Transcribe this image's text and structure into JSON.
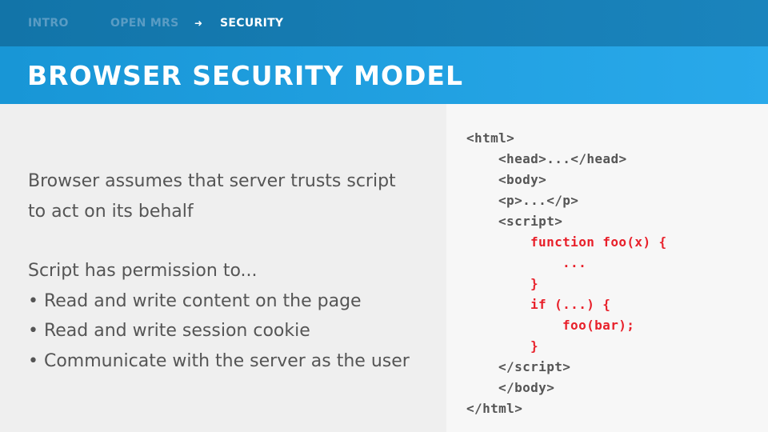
{
  "nav": {
    "items": [
      {
        "label": "INTRO"
      },
      {
        "label": "OPEN MRS"
      },
      {
        "label": "SECURITY"
      }
    ],
    "arrow": "➜"
  },
  "title": "BROWSER SECURITY MODEL",
  "body": {
    "intro": [
      "Browser assumes that server trusts script",
      "to act on its behalf"
    ],
    "lead": "Script has permission to...",
    "bullets": [
      "• Read and write content on the page",
      "• Read and write session cookie",
      "• Communicate with the server as the user"
    ]
  },
  "code": {
    "lines": [
      {
        "text": "<html>",
        "indent": 0,
        "highlight": false
      },
      {
        "text": "<head>...</head>",
        "indent": 1,
        "highlight": false
      },
      {
        "text": "<body>",
        "indent": 1,
        "highlight": false
      },
      {
        "text": "<p>...</p>",
        "indent": 1,
        "highlight": false
      },
      {
        "text": "<script>",
        "indent": 1,
        "highlight": false
      },
      {
        "text": "function foo(x) {",
        "indent": 2,
        "highlight": true
      },
      {
        "text": "...",
        "indent": 3,
        "highlight": true
      },
      {
        "text": "}",
        "indent": 2,
        "highlight": true
      },
      {
        "text": "if (...) {",
        "indent": 2,
        "highlight": true
      },
      {
        "text": "foo(bar);",
        "indent": 3,
        "highlight": true
      },
      {
        "text": "}",
        "indent": 2,
        "highlight": true
      },
      {
        "text": "</script>",
        "indent": 1,
        "highlight": false
      },
      {
        "text": "</body>",
        "indent": 1,
        "highlight": false
      },
      {
        "text": "</html>",
        "indent": 0,
        "highlight": false
      }
    ]
  },
  "colors": {
    "nav": "#1274a8",
    "title_bar": "#1a9ad9",
    "highlight": "#e8202a",
    "text": "#555555"
  }
}
